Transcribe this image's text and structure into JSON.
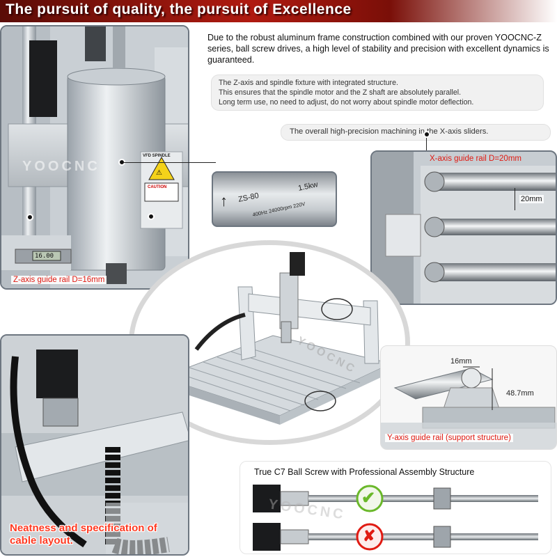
{
  "header": {
    "title": "The pursuit of quality, the pursuit of Excellence"
  },
  "intro_text": "Due to the robust aluminum frame construction combined with our proven YOOCNC-Z series, ball screw drives, a high level of stability and precision with excellent dynamics is guaranteed.",
  "z_callout": {
    "line1": "The Z-axis and spindle fixture with integrated structure.",
    "line2": "This ensures that the spindle motor and the Z shaft are absolutely parallel.",
    "line3": "Long term use, no need to adjust, do not worry about spindle motor deflection."
  },
  "x_callout": "The overall high-precision machining in the X-axis sliders.",
  "spindle_label": {
    "model": "ZS-80",
    "power": "1.5kw",
    "specs": "400Hz  24000rpm  220V",
    "tag_title": "VFD SPINDLE",
    "warning": "CAUTION"
  },
  "labels": {
    "z_rail": "Z-axis guide rail D=16mm",
    "x_rail": "X-axis guide rail D=20mm",
    "x_dim": "20mm",
    "y_rail": "Y-axis guide rail (support structure)",
    "y_dim_width": "16mm",
    "y_dim_height": "48.7mm",
    "cable": "Neatness and specification of cable layout.",
    "ballscrew_title": "True C7 Ball Screw with Professional Assembly Structure",
    "caliper_reading": "16.00"
  },
  "watermark": "YOOCNC",
  "colors": {
    "header_dark": "#5a0c06",
    "header_red": "#b01a10",
    "accent_red": "#e01a12",
    "check_green": "#6ab82a"
  },
  "icons": [
    "check-icon",
    "cross-icon",
    "vfd-warning-icon"
  ]
}
